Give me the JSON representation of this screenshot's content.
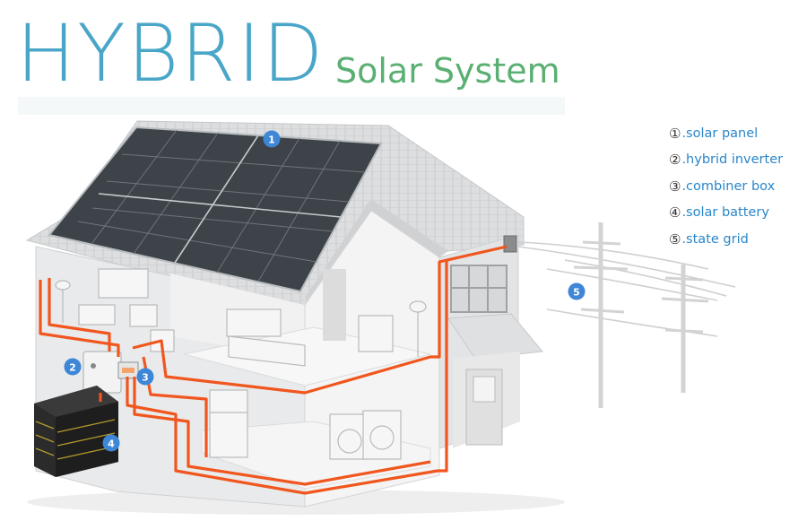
{
  "title": {
    "main": "HYBRID",
    "sub": "Solar System"
  },
  "legend": [
    {
      "num": "①",
      "label": ".solar panel"
    },
    {
      "num": "②",
      "label": ".hybrid inverter"
    },
    {
      "num": "③",
      "label": ".combiner box"
    },
    {
      "num": "④",
      "label": ".solar battery"
    },
    {
      "num": "⑤",
      "label": ".state grid"
    }
  ],
  "markers": [
    "1",
    "2",
    "3",
    "4",
    "5"
  ],
  "colors": {
    "wire": "#f0561e",
    "marker": "#3e86d6",
    "title": "#4aa6c8",
    "subtitle": "#5aaf72",
    "legend_text": "#2a86c9"
  }
}
